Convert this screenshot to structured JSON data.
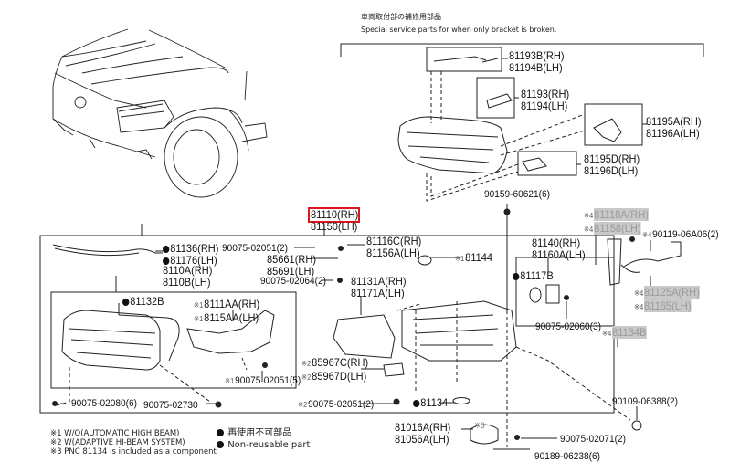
{
  "header": {
    "jp_title": "車両取付部の補修用部品",
    "en_title": "Special service parts for when only bracket is broken."
  },
  "bracket_parts": [
    {
      "rh": "81193B(RH)",
      "lh": "81194B(LH)"
    },
    {
      "rh": "81193(RH)",
      "lh": "81194(LH)"
    },
    {
      "rh": "81195A(RH)",
      "lh": "81196A(LH)"
    },
    {
      "rh": "81195D(RH)",
      "lh": "81196D(LH)"
    }
  ],
  "bolt_top": "90159-60621(6)",
  "main_assembly": {
    "rh": "81110(RH)",
    "lh": "81150(LH)",
    "highlight_color": "#e0141e"
  },
  "parts": {
    "p81136": {
      "rh": "81136(RH)",
      "lh": "81176(LH)",
      "non_reusable": true
    },
    "p8110A": {
      "rh": "8110A(RH)",
      "lh": "8110B(LH)"
    },
    "p81132B": {
      "label": "81132B",
      "non_reusable": true
    },
    "p8111AA": {
      "mark": "※1",
      "rh": "8111AA(RH)",
      "lh": "8115AA(LH)"
    },
    "bolt_90075_02051_5": {
      "mark": "※1",
      "label": "90075-02051(5)"
    },
    "bolt_90075_02080": "90075-02080(6)",
    "bolt_90075_02730": "90075-02730",
    "bolt_90075_02051_2a": "90075-02051(2)",
    "p85661": {
      "rh": "85661(RH)",
      "lh": "85691(LH)"
    },
    "bolt_90075_02064": "90075-02064(2)",
    "p81116C": {
      "rh": "81116C(RH)",
      "lh": "81156A(LH)"
    },
    "p81131A": {
      "rh": "81131A(RH)",
      "lh": "81171A(LH)"
    },
    "p81144": {
      "mark": "※1",
      "label": "81144"
    },
    "p85967C": {
      "mark": "※2",
      "rh": "85967C(RH)",
      "lh": "85967D(LH)"
    },
    "bolt_90075_02051_2b": {
      "mark": "※2",
      "label": "90075-02051(2)"
    },
    "p81134": {
      "label": "81134",
      "non_reusable": true
    },
    "p81140": {
      "rh": "81140(RH)",
      "lh": "81160A(LH)"
    },
    "p81117B": {
      "label": "81117B",
      "non_reusable": true
    },
    "bolt_90075_02060": "90075-02060(3)",
    "p81016A": {
      "rh": "81016A(RH)",
      "lh": "81056A(LH)",
      "mark": "※3"
    },
    "bolt_90075_02071": "90075-02071(2)",
    "bolt_90189_06238": "90189-06238(6)",
    "bolt_90109_06388": "90109-06388(2)",
    "p81118A": {
      "mark": "※4",
      "rh": "81118A(RH)",
      "lh": "81158(LH)",
      "unavailable": true
    },
    "bolt_90119_06A06": {
      "mark": "※4",
      "label": "90119-06A06(2)"
    },
    "p81125A": {
      "mark": "※4",
      "rh": "81125A(RH)",
      "lh": "81165(LH)",
      "unavailable": true
    },
    "p81134B": {
      "mark": "※4",
      "label": "81134B",
      "unavailable": true
    }
  },
  "footnotes": [
    "※1 W/O(AUTOMATIC HIGH BEAM)",
    "※2 W(ADAPTIVE HI-BEAM SYSTEM)",
    "※3 PNC 81134 is included as a component"
  ],
  "legend": {
    "jp": "再使用不可部品",
    "en": "Non-reusable part"
  }
}
